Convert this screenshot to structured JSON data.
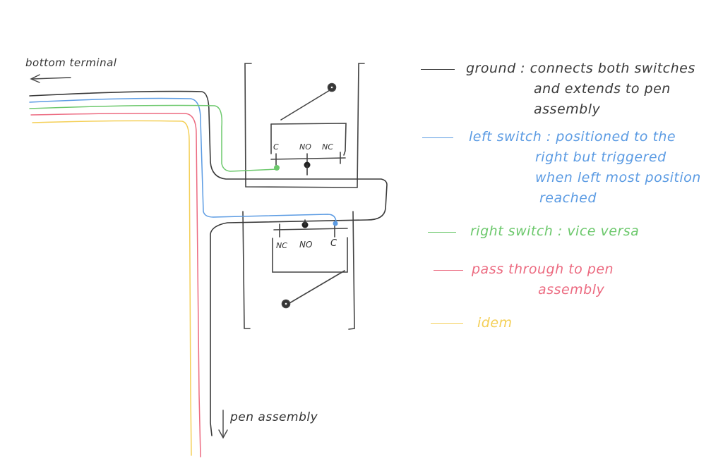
{
  "labels": {
    "bottom_terminal": "bottom terminal",
    "bottom_terminal_arrow": "⟵",
    "pen_assembly": "pen assembly",
    "pen_assembly_arrow": "↓"
  },
  "top_switch": {
    "c": "C",
    "no": "NO",
    "nc": "NC"
  },
  "bottom_switch": {
    "nc": "NC",
    "no": "NO",
    "c": "C"
  },
  "legend": [
    {
      "color": "#3a3a3a",
      "lines": [
        "ground : connects both switches",
        "and extends to pen",
        "assembly"
      ]
    },
    {
      "color": "#5b9be3",
      "lines": [
        "left switch : positioned to the",
        "right but triggered",
        "when left most position",
        "reached"
      ]
    },
    {
      "color": "#6cc86c",
      "lines": [
        "right switch : vice versa"
      ]
    },
    {
      "color": "#ec6a80",
      "lines": [
        "pass through to pen",
        "assembly"
      ]
    },
    {
      "color": "#f4cf56",
      "lines": [
        "idem"
      ]
    }
  ],
  "colors": {
    "ground": "#3a3a3a",
    "left_switch": "#5b9be3",
    "right_switch": "#6cc86c",
    "pass_through": "#ec6a80",
    "idem": "#f4cf56",
    "outline": "#444444"
  }
}
